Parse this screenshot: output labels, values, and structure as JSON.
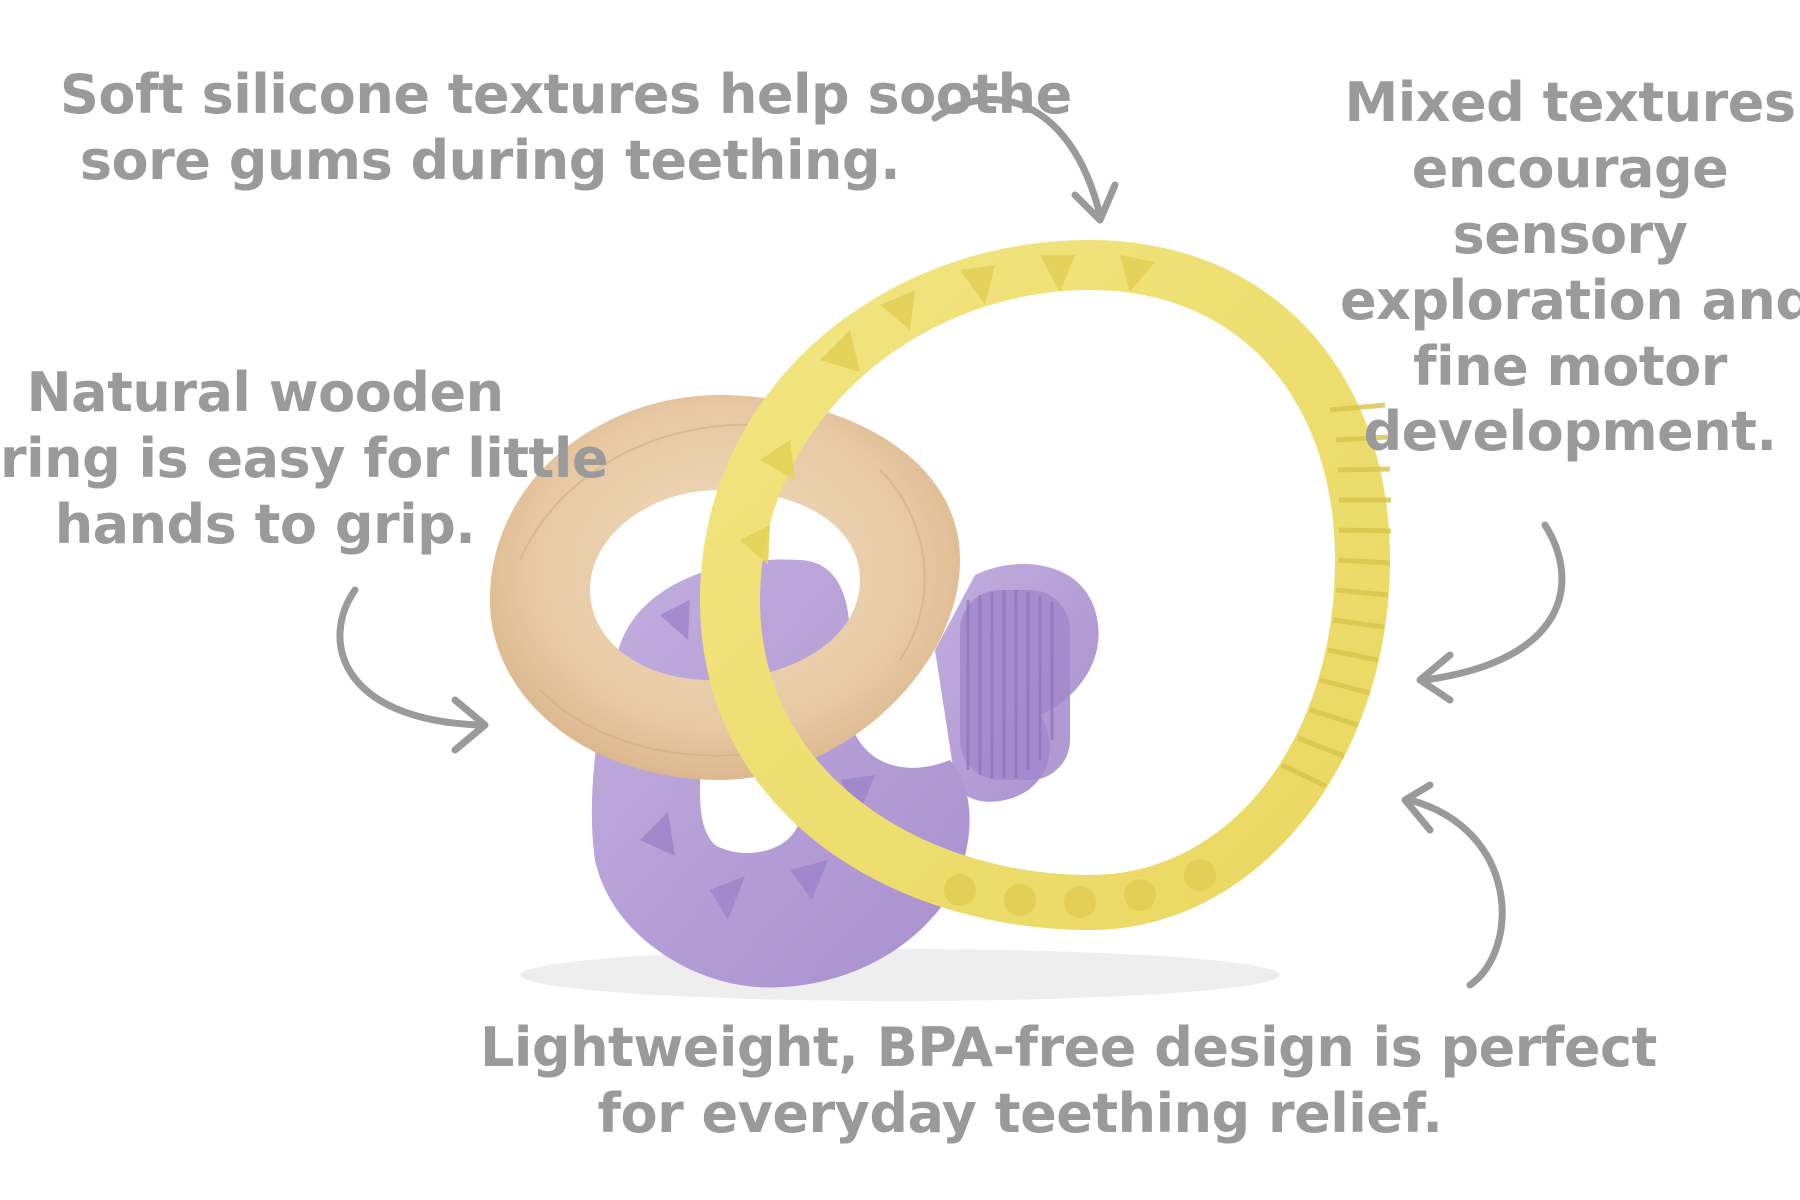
{
  "callouts": {
    "top": {
      "line1": "Soft silicone textures help soothe",
      "line2": "sore gums during teething."
    },
    "left": {
      "line1": "Natural wooden",
      "line2": "ring is easy for little",
      "line3": "hands to grip."
    },
    "right": {
      "line1": "Mixed textures",
      "line2": "encourage",
      "line3": "sensory",
      "line4": "exploration and",
      "line5": "fine motor",
      "line6": "development."
    },
    "bottom": {
      "line1": "Lightweight, BPA-free design is perfect",
      "line2": "for everyday teething relief."
    }
  },
  "colors": {
    "text": "#9a9a9a",
    "arrow": "#9a9a9a",
    "silicone_yellow": "#efe27a",
    "silicone_purple": "#b8a0d6",
    "wood": "#e6c9a4"
  },
  "icons": {
    "arrows": "curved-arrow-icon"
  }
}
